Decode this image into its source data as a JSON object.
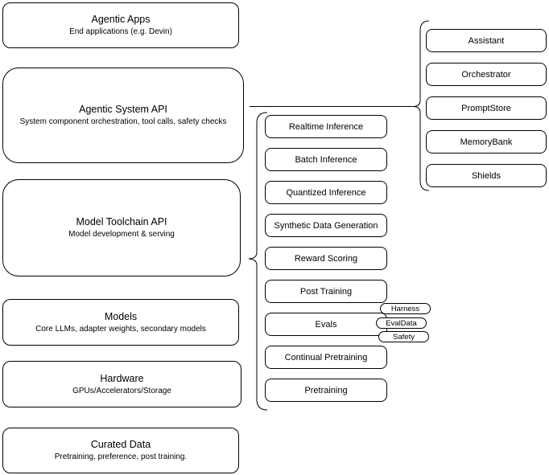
{
  "left_stack": [
    {
      "title": "Agentic Apps",
      "subtitle": "End applications (e.g. Devin)"
    },
    {
      "title": "Agentic System API",
      "subtitle": "System component orchestration, tool calls, safety checks"
    },
    {
      "title": "Model Toolchain API",
      "subtitle": "Model development & serving"
    },
    {
      "title": "Models",
      "subtitle": "Core LLMs, adapter weights, secondary models"
    },
    {
      "title": "Hardware",
      "subtitle": "GPUs/Accelerators/Storage"
    },
    {
      "title": "Curated Data",
      "subtitle": "Pretraining, preference, post training."
    }
  ],
  "toolchain": {
    "items": [
      "Realtime Inference",
      "Batch Inference",
      "Quantized Inference",
      "Synthetic Data Generation",
      "Reward Scoring",
      "Post Training",
      "Evals",
      "Continual Pretraining",
      "Pretraining"
    ]
  },
  "evals_tags": [
    "Harness",
    "EvalData",
    "Safety"
  ],
  "system_components": [
    "Assistant",
    "Orchestrator",
    "PromptStore",
    "MemoryBank",
    "Shields"
  ],
  "colors": {
    "stroke": "#000000",
    "background": "#ffffff",
    "text": "#000000"
  }
}
